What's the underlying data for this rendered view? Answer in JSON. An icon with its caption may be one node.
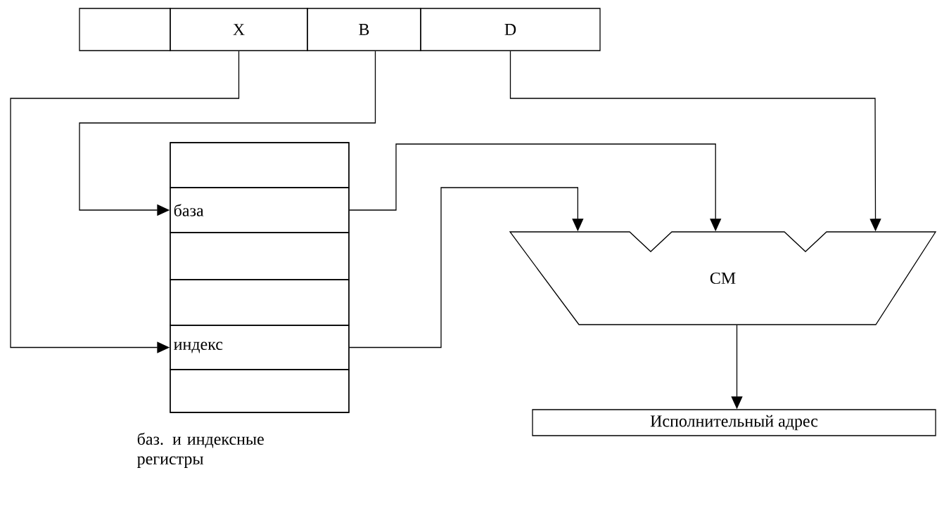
{
  "diagram": {
    "nodes": [
      {
        "text": [],
        "shape": "box"
      },
      {
        "text": [
          "X"
        ]
      },
      {
        "text": [
          "B"
        ]
      },
      {
        "text": [
          "D"
        ]
      },
      {
        "text": [],
        "shape": "box",
        "beside": [
          "баз. и индексные регистры"
        ]
      },
      {
        "text": [],
        "shape": "box",
        "in": 4
      },
      {
        "text": [
          "база"
        ],
        "in": 4
      },
      {
        "text": [],
        "shape": "box",
        "in": 4
      },
      {
        "text": [],
        "shape": "box",
        "in": 4
      },
      {
        "text": [
          "индекс"
        ],
        "in": 4
      },
      {
        "text": [],
        "shape": "box",
        "in": 4
      },
      {
        "text": [
          "СМ"
        ]
      },
      {
        "text": [
          "Исполнительный адрес"
        ]
      }
    ],
    "edges": [
      {
        "from": 1,
        "to": 9,
        "arrow": "to"
      },
      {
        "from": 2,
        "to": 6,
        "arrow": "to"
      },
      {
        "from": 3,
        "to": 11,
        "arrow": "to"
      },
      {
        "from": 6,
        "to": 11,
        "arrow": "to"
      },
      {
        "from": 9,
        "to": 11,
        "arrow": "to"
      },
      {
        "from": 11,
        "to": 12,
        "arrow": "to"
      }
    ]
  }
}
